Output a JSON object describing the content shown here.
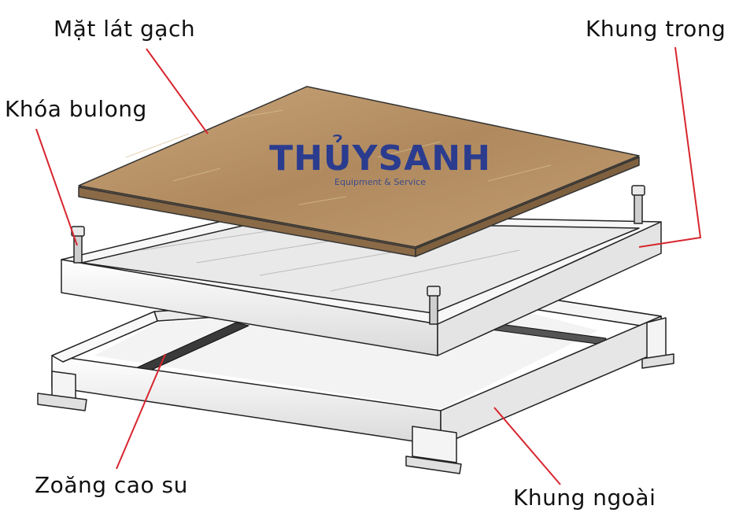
{
  "labels": {
    "mat_lat_gach": "Mặt lát gạch",
    "khoa_bulong": "Khóa bulong",
    "khung_trong": "Khung trong",
    "zoang_cao_su": "Zoăng cao su",
    "khung_ngoai": "Khung ngoài"
  },
  "watermark": {
    "name": "THỦYSANH",
    "tagline": "Equipment & Service"
  },
  "colors": {
    "leader_line": "#d7262e",
    "brand": "#2b3c8f",
    "tile": "#b8956a",
    "frame": "#f2f2f2",
    "outline": "#222222"
  }
}
